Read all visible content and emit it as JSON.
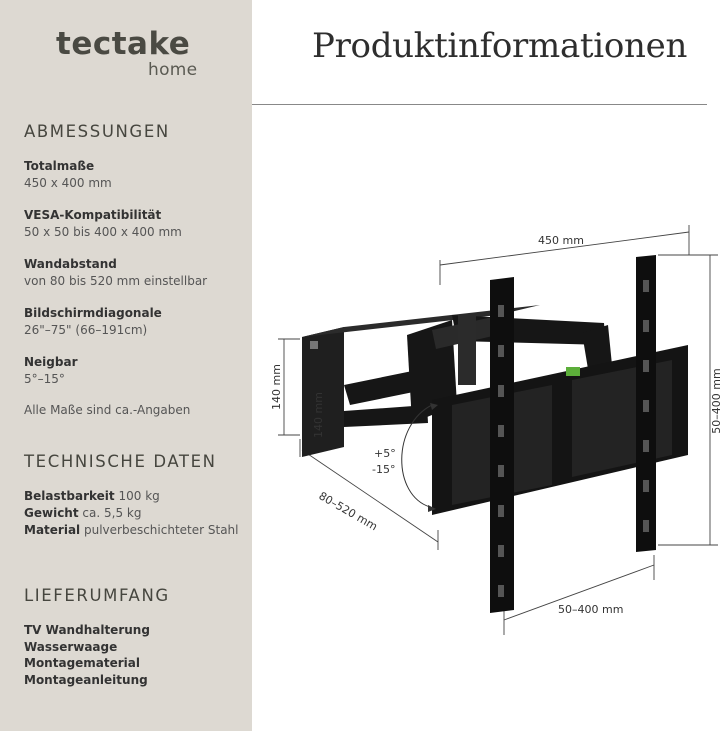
{
  "brand": {
    "name": "tectake",
    "sub": "home"
  },
  "page_title": "Produktinformationen",
  "dimensions": {
    "heading": "ABMESSUNGEN",
    "specs": [
      {
        "label": "Totalmaße",
        "value": "450 x 400 mm"
      },
      {
        "label": "VESA-Kompatibilität",
        "value": "50 x 50 bis 400 x 400 mm"
      },
      {
        "label": "Wandabstand",
        "value": "von 80 bis 520 mm einstellbar"
      },
      {
        "label": "Bildschirmdiagonale",
        "value": "26\"–75\" (66–191cm)"
      },
      {
        "label": "Neigbar",
        "value": "5°–15°"
      }
    ],
    "note": "Alle Maße sind ca.-Angaben"
  },
  "technical": {
    "heading": "TECHNISCHE DATEN",
    "items": [
      {
        "label": "Belastbarkeit",
        "value": "100 kg"
      },
      {
        "label": "Gewicht",
        "value": "ca. 5,5 kg"
      },
      {
        "label": "Material",
        "value": "pulverbeschichteter Stahl"
      }
    ]
  },
  "delivery": {
    "heading": "LIEFERUMFANG",
    "items": [
      "TV Wandhalterung",
      "Wasserwaage",
      "Montagematerial",
      "Montageanleitung"
    ]
  },
  "diagram_labels": {
    "width": "450 mm",
    "height": "50–400 mm",
    "bottom": "50–400 mm",
    "depth": "80–520 mm",
    "plate_outer": "140 mm",
    "plate_inner": "140 mm",
    "tilt_up": "+5°",
    "tilt_down": "-15°"
  },
  "colors": {
    "sidebar": "#ddd9d2",
    "text": "#3a3a3a",
    "metal": "#1c1c1c"
  }
}
